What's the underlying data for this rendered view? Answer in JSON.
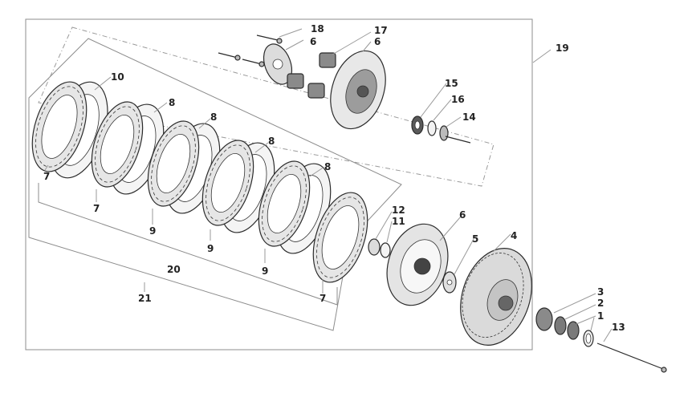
{
  "callouts": {
    "c1": "1",
    "c2": "2",
    "c3": "3",
    "c4": "4",
    "c5": "5",
    "c6a": "6",
    "c6b": "6",
    "c6c": "6",
    "c7a": "7",
    "c7b": "7",
    "c7c": "7",
    "c8a": "8",
    "c8b": "8",
    "c8c": "8",
    "c8d": "8",
    "c9a": "9",
    "c9b": "9",
    "c9c": "9",
    "c10": "10",
    "c11": "11",
    "c12": "12",
    "c13": "13",
    "c14": "14",
    "c15": "15",
    "c16": "16",
    "c17": "17",
    "c18": "18",
    "c19": "19",
    "c20": "20",
    "c21": "21"
  },
  "colors": {
    "line": "#2b2b2b",
    "fill_light": "#f2f2f2",
    "fill_mid": "#d8d8d8",
    "fill_dark": "#9c9c9c",
    "leader": "#9a9a9a"
  }
}
